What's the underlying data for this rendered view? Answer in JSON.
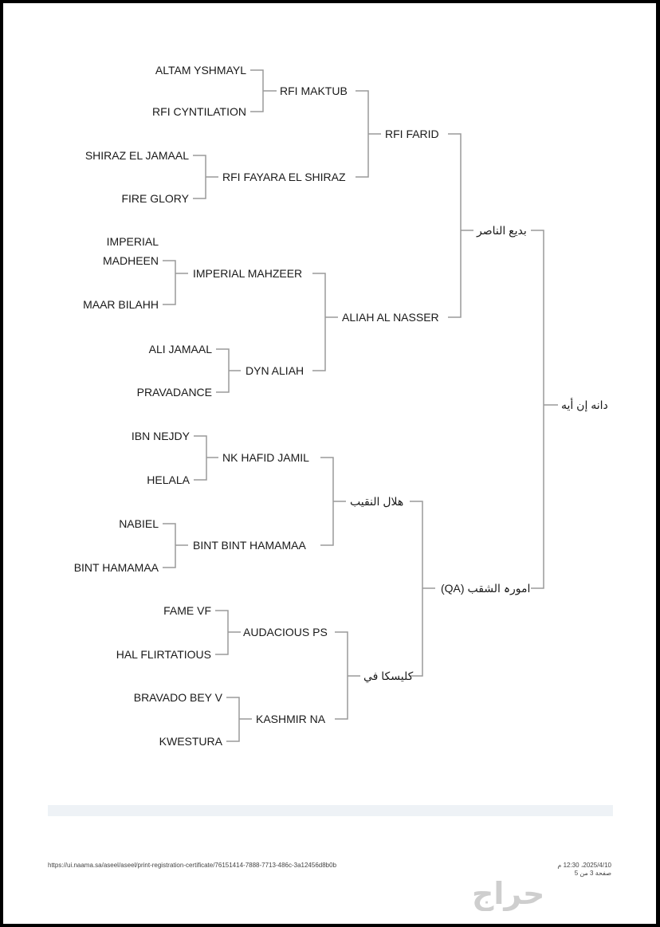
{
  "pedigree": {
    "horse": "دانه إن أيه",
    "sire": "امورہ الشقب (QA)",
    "dam": "بديع الناصر",
    "dam_sire": "RFI FARID",
    "dam_dam": "ALIAH AL NASSER",
    "dam_sire_sire": "RFI MAKTUB",
    "dam_sire_dam": "RFI FAYARA EL SHIRAZ",
    "dam_dam_sire": "IMPERIAL MAHZEER",
    "dam_dam_dam": "DYN ALIAH",
    "g4_1": "ALTAM YSHMAYL",
    "g4_2": "RFI CYNTILATION",
    "g4_3": "SHIRAZ EL JAMAAL",
    "g4_4": "FIRE GLORY",
    "g4_5a": "IMPERIAL",
    "g4_5b": "MADHEEN",
    "g4_6": "MAAR BILAHH",
    "g4_7": "ALI JAMAAL",
    "g4_8": "PRAVADANCE",
    "sire_sire": "هلال النقيب",
    "sire_dam": "كليسكا في",
    "sire_sire_sire": "NK HAFID JAMIL",
    "sire_sire_dam": "BINT BINT HAMAMAA",
    "sire_dam_sire": "AUDACIOUS PS",
    "sire_dam_dam": "KASHMIR NA",
    "g4_9": "IBN NEJDY",
    "g4_10": "HELALA",
    "g4_11": "NABIEL",
    "g4_12": "BINT HAMAMAA",
    "g4_13": "FAME VF",
    "g4_14": "HAL FLIRTATIOUS",
    "g4_15": "BRAVADO BEY V",
    "g4_16": "KWESTURA"
  },
  "footer": {
    "url": "https://ui.naama.sa/aseel/aseel/print-registration-certificate/76151414-7888-7713-486c-3a12456d8b0b",
    "datetime": "2025/4/10، 12:30 م",
    "page": "صفحة 3 من 5"
  },
  "watermark": "حراج",
  "colors": {
    "line": "#9a9a9a",
    "text": "#1a1a1a"
  }
}
